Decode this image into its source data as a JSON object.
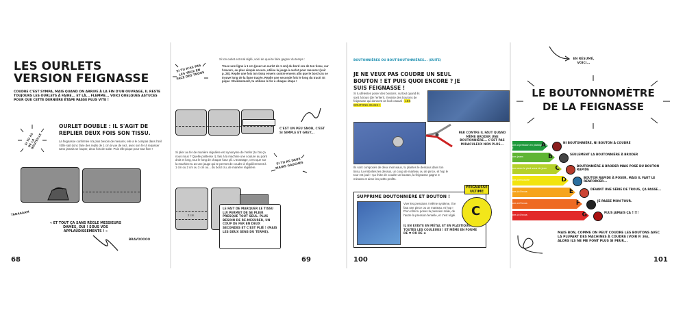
{
  "p68": {
    "title_line1": "LES OURLETS",
    "title_line2": "VERSION FEIGNASSE",
    "intro": "COUDRE C'EST SYMPA, MAIS QUAND ON ARRIVE À LA FIN D'UN OUVRAGE, IL RESTE TOUJOURS LES OURLETS À FAIRE... ET LÀ... FLEMME... VOICI QUELQUES ASTUCES POUR QUE CETTE DERNIÈRE ÉTAPE PASSE PLUS VITE !",
    "side_note": "SI TU AS DE LA BOUTEILLE",
    "subhead": "OURLET DOUBLE : IL S'AGIT DE REPLIER DEUX FOIS SON TISSU.",
    "body": "La feignasse confirmée n'a plus besoin de mesurer, elle a le compas dans l'œil ! Elle sait donc faire des replis de 1 cm à vue de nez, avec son fer à repasser sans jamais se louper, deux fois de suite. Puis elle pique pour tout fixer !",
    "sound1": "TADAAAAM",
    "quote": "« ET TOUT ÇA SANS RÈGLE MESSIEURS DAMES, OUI ! SOUS VOS APPLAUDISSEMENTS ! »",
    "sound2": "BRAVOOOOO",
    "page_number": "68"
  },
  "p69": {
    "text1": "Si ton ourlet est mal réglé, voici de quoi te faire gagner du temps :",
    "bullets": "Trace une ligne à 1 cm (pour un ourlet de 1 cm) du bord cru de ton tissu, sur l'envers, au plus simple encore, utilise la jauge à ourlet pour mesurer (voir p. 28). Replie une fois ton tissu envers contre envers afin que le bord cru se trouve long de la ligne tracée. Replie une seconde fois le long du tracé. Et pique ! Évidemment, tu utilises le fer à chaque étape !",
    "note_top": "SI TU N'AS PAS LES YEUX EN FACE DES TROUS",
    "note_right": "C'EST UN PEU SNOB, C'EST SI SIMPLE ET GREY...",
    "text2": "Si plier au fer de manière régulière est synonyme de l'enfer (tu l'as ça nous nous ? Quelle politesse !), fais à la machine une couture au point droit et long, tout le long de chaque futur pli. L'avantage, c'est que sur la machine tu as une jauge qui te permet de coudre à régulièrement à 1 cm ou 2 cm ou 3 cm ou... du bord cru, de manière régulière.",
    "note_mid": "SI TU AS DEUX MAINS GAUCHES",
    "measure": "2 cm",
    "bubble": "LE FAIT DE MARQUER LE TISSU LUI PERMET DE SE PLIER PRESQUE TOUT SEUL. PLUS BESOIN DE RE-MESURER, UN COUP DE FER EN DEUX SECONDES ET C'EST PLIÉ ! (MAIS LES DEUX SENS DU TERME).",
    "page_number": "69"
  },
  "p100": {
    "header": "BOUTONNIÈRES OU BOUT'BOUTONNIÈRES... (SUITE)",
    "title": "JE NE VEUX PAS COUDRE UN SEUL BOUTON ! ET PUIS QUOI ENCORE ? JE SUIS FEIGNASSE !",
    "text1": "Si tu détestes poser des boutons, surtout quand ils sont à trous (de l'enfer!), il existe des boutons de feignasse qui donnent un look casual :",
    "text1_hl": "LES BOUTONS JEANS !",
    "note": "PAR CONTRE IL FAUT QUAND MÊME BRODER UNE BOUTONNIÈRE... C'EST PAS MIRACULEUX NON PLUS...",
    "text2": "Ils sont composés de deux morceaux, tu plantes le dessous dans ton tissu, tu emboîtes les dessus, un coup de marteau ou de pince, et hop le tour est joué ! Ça évite de coudre un bouton, la feignasse gagne 3 minutes et aime les petits profits.",
    "box_title": "SUPPRIME BOUTONNIÈRE ET BOUTON !",
    "box_text": "Vive les pressions ! Même système, il te faut une pince ou un marteau, et hop ! D'un côté tu poses la pression mâle, de l'autre la pression femelle, et c'est réglé.",
    "box_text2": "IL EN EXISTE EN MÉTAL ET EN PLASTIQUE, DE TOUTES LES COULEURS ! ET MÊME EN FORME DE ♥ OU DE ✿",
    "badge": "FEIGNASSE ULTIME",
    "badge_letter": "C",
    "page_number": "100"
  },
  "p101": {
    "note_top": "EN RÉSUMÉ, VOICI...",
    "title_line1": "LE BOUTONNOMÈTRE",
    "title_line2": "DE LA FEIGNASSE",
    "levels": [
      {
        "letter": "A",
        "label": "Boutons à pression en plastique ou métal",
        "caption": "NI BOUTONNIÈRE, NI BOUTON À COUDRE",
        "color": "#1f9a3d"
      },
      {
        "letter": "B",
        "label": "Boutons jeans",
        "caption": "SEULEMENT LA BOUTONNIÈRE À BRODER",
        "color": "#5fb534"
      },
      {
        "letter": "C",
        "label": "Boutons avec le pied sous de jean",
        "caption": "BOUTONNIÈRE À BRODER MAIS POSE DU BOUTON RAPIDE",
        "color": "#b5d12a"
      },
      {
        "letter": "D",
        "label": "Boutons à recoudre",
        "caption": "BOUTON RAPIDE À POSER, MAIS IL FAUT LE RENFORCER...",
        "color": "#f2e40f"
      },
      {
        "letter": "E",
        "label": "Boutons à 4 trous",
        "caption": "DEVANT UNE SÉRIE DE TROUS, ÇA PASSE...",
        "color": "#f6a41c"
      },
      {
        "letter": "F",
        "label": "Boutons à 2 trous",
        "caption": "JE PASSE MON TOUR.",
        "color": "#ee6a22"
      },
      {
        "letter": "G",
        "label": "Boutons à 4 trous",
        "caption": "PLUS JAMAIS ÇA !!!!!",
        "color": "#e22a2a"
      }
    ],
    "bottom": "MAIS BON, COMME ON PEUT COUDRE LES BOUTONS AVEC LA PLUPART DES MACHINES À COUDRE (VOIR P. 36), ALORS ILS NE ME FONT PLUS SI PEUR...",
    "page_number": "101"
  }
}
